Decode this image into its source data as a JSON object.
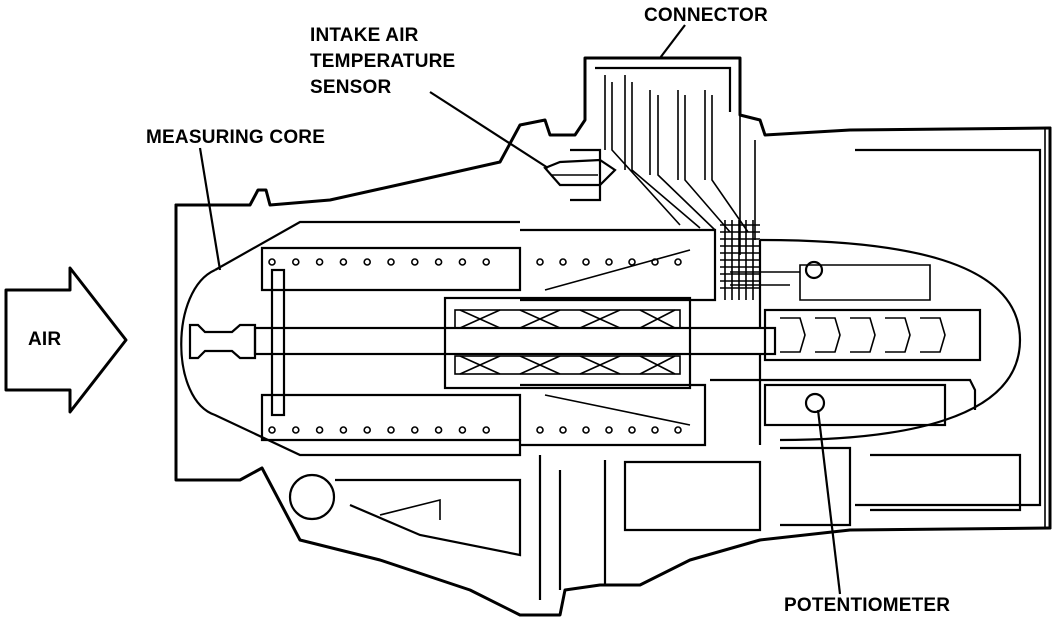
{
  "labels": {
    "connector": "CONNECTOR",
    "intake_line1": "INTAKE AIR",
    "intake_line2": "TEMPERATURE",
    "intake_line3": "SENSOR",
    "measuring_core": "MEASURING CORE",
    "air": "AIR",
    "potentiometer": "POTENTIOMETER"
  }
}
